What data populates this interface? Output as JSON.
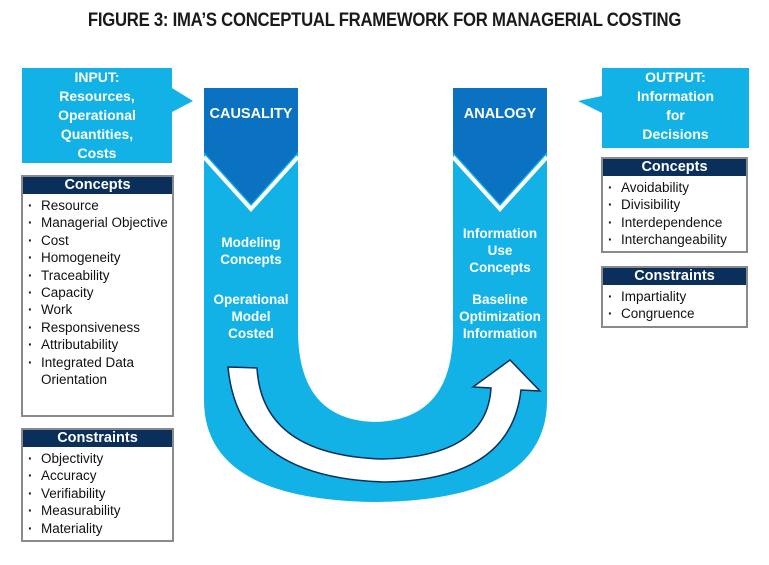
{
  "title": "FIGURE 3: IMA’S CONCEPTUAL FRAMEWORK FOR MANAGERIAL COSTING",
  "colors": {
    "light_blue": "#13b2e6",
    "dark_blue": "#0a72c0",
    "navy": "#0b2f5b",
    "box_border": "#8a8a8a"
  },
  "input_callout": {
    "lines": [
      "INPUT:",
      "Resources,",
      "Operational",
      "Quantities,",
      "Costs"
    ]
  },
  "output_callout": {
    "lines": [
      "OUTPUT:",
      "Information",
      "for",
      "Decisions"
    ]
  },
  "left_arm": {
    "heading": "CAUSALITY",
    "text1": [
      "Modeling",
      "Concepts"
    ],
    "text2": [
      "Operational",
      "Model",
      "Costed"
    ]
  },
  "right_arm": {
    "heading": "ANALOGY",
    "text1": [
      "Information",
      "Use",
      "Concepts"
    ],
    "text2": [
      "Baseline",
      "Optimization",
      "Information"
    ]
  },
  "left_concepts": {
    "heading": "Concepts",
    "items": [
      "Resource",
      "Managerial Objective",
      "Cost",
      "Homogeneity",
      "Traceability",
      "Capacity",
      "Work",
      "Responsiveness",
      "Attributability",
      "Integrated Data Orientation"
    ]
  },
  "left_constraints": {
    "heading": "Constraints",
    "items": [
      "Objectivity",
      "Accuracy",
      "Verifiability",
      "Measurability",
      "Materiality"
    ]
  },
  "right_concepts": {
    "heading": "Concepts",
    "items": [
      "Avoidability",
      "Divisibility",
      "Interdependence",
      "Interchangeability"
    ]
  },
  "right_constraints": {
    "heading": "Constraints",
    "items": [
      "Impartiality",
      "Congruence"
    ]
  }
}
